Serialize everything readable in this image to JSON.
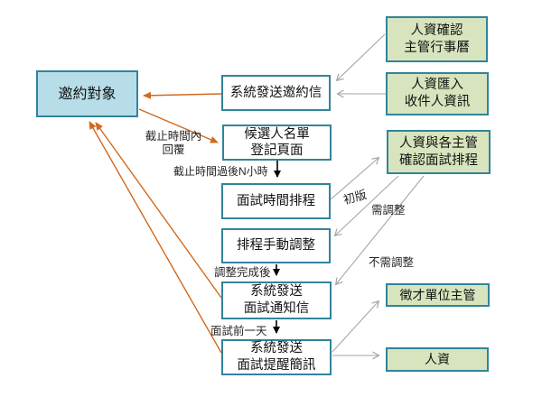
{
  "diagram": {
    "boxes": {
      "invite_target": "邀約對象",
      "send_invite": "系統發送邀約信",
      "candidate_page": "候選人名單\n登記頁面",
      "schedule": "面試時間排程",
      "manual_adjust": "排程手動調整",
      "send_notice": "系統發送\n面試通知信",
      "send_reminder": "系統發送\n面試提醒簡訊",
      "hr_calendar": "人資確認\n主管行事曆",
      "hr_import": "人資匯入\n收件人資訊",
      "hr_confirm_schedule": "人資與各主管\n確認面試排程",
      "recruit_manager": "徵才單位主管",
      "hr": "人資"
    },
    "labels": {
      "reply_within_deadline": "截止時間內\n回覆",
      "after_deadline": "截止時間過後N小時",
      "first_version": "初版",
      "need_adjust": "需調整",
      "no_adjust": "不需調整",
      "after_adjust": "調整完成後",
      "day_before": "面試前一天"
    },
    "colors": {
      "box_border": "#31849b",
      "blue_fill": "#b7dee8",
      "green_fill": "#d7e4bd",
      "white_fill": "#ffffff",
      "orange_arrow": "#d2691e",
      "gray_arrow": "#a6a6a6",
      "black_arrow": "#000000"
    }
  }
}
